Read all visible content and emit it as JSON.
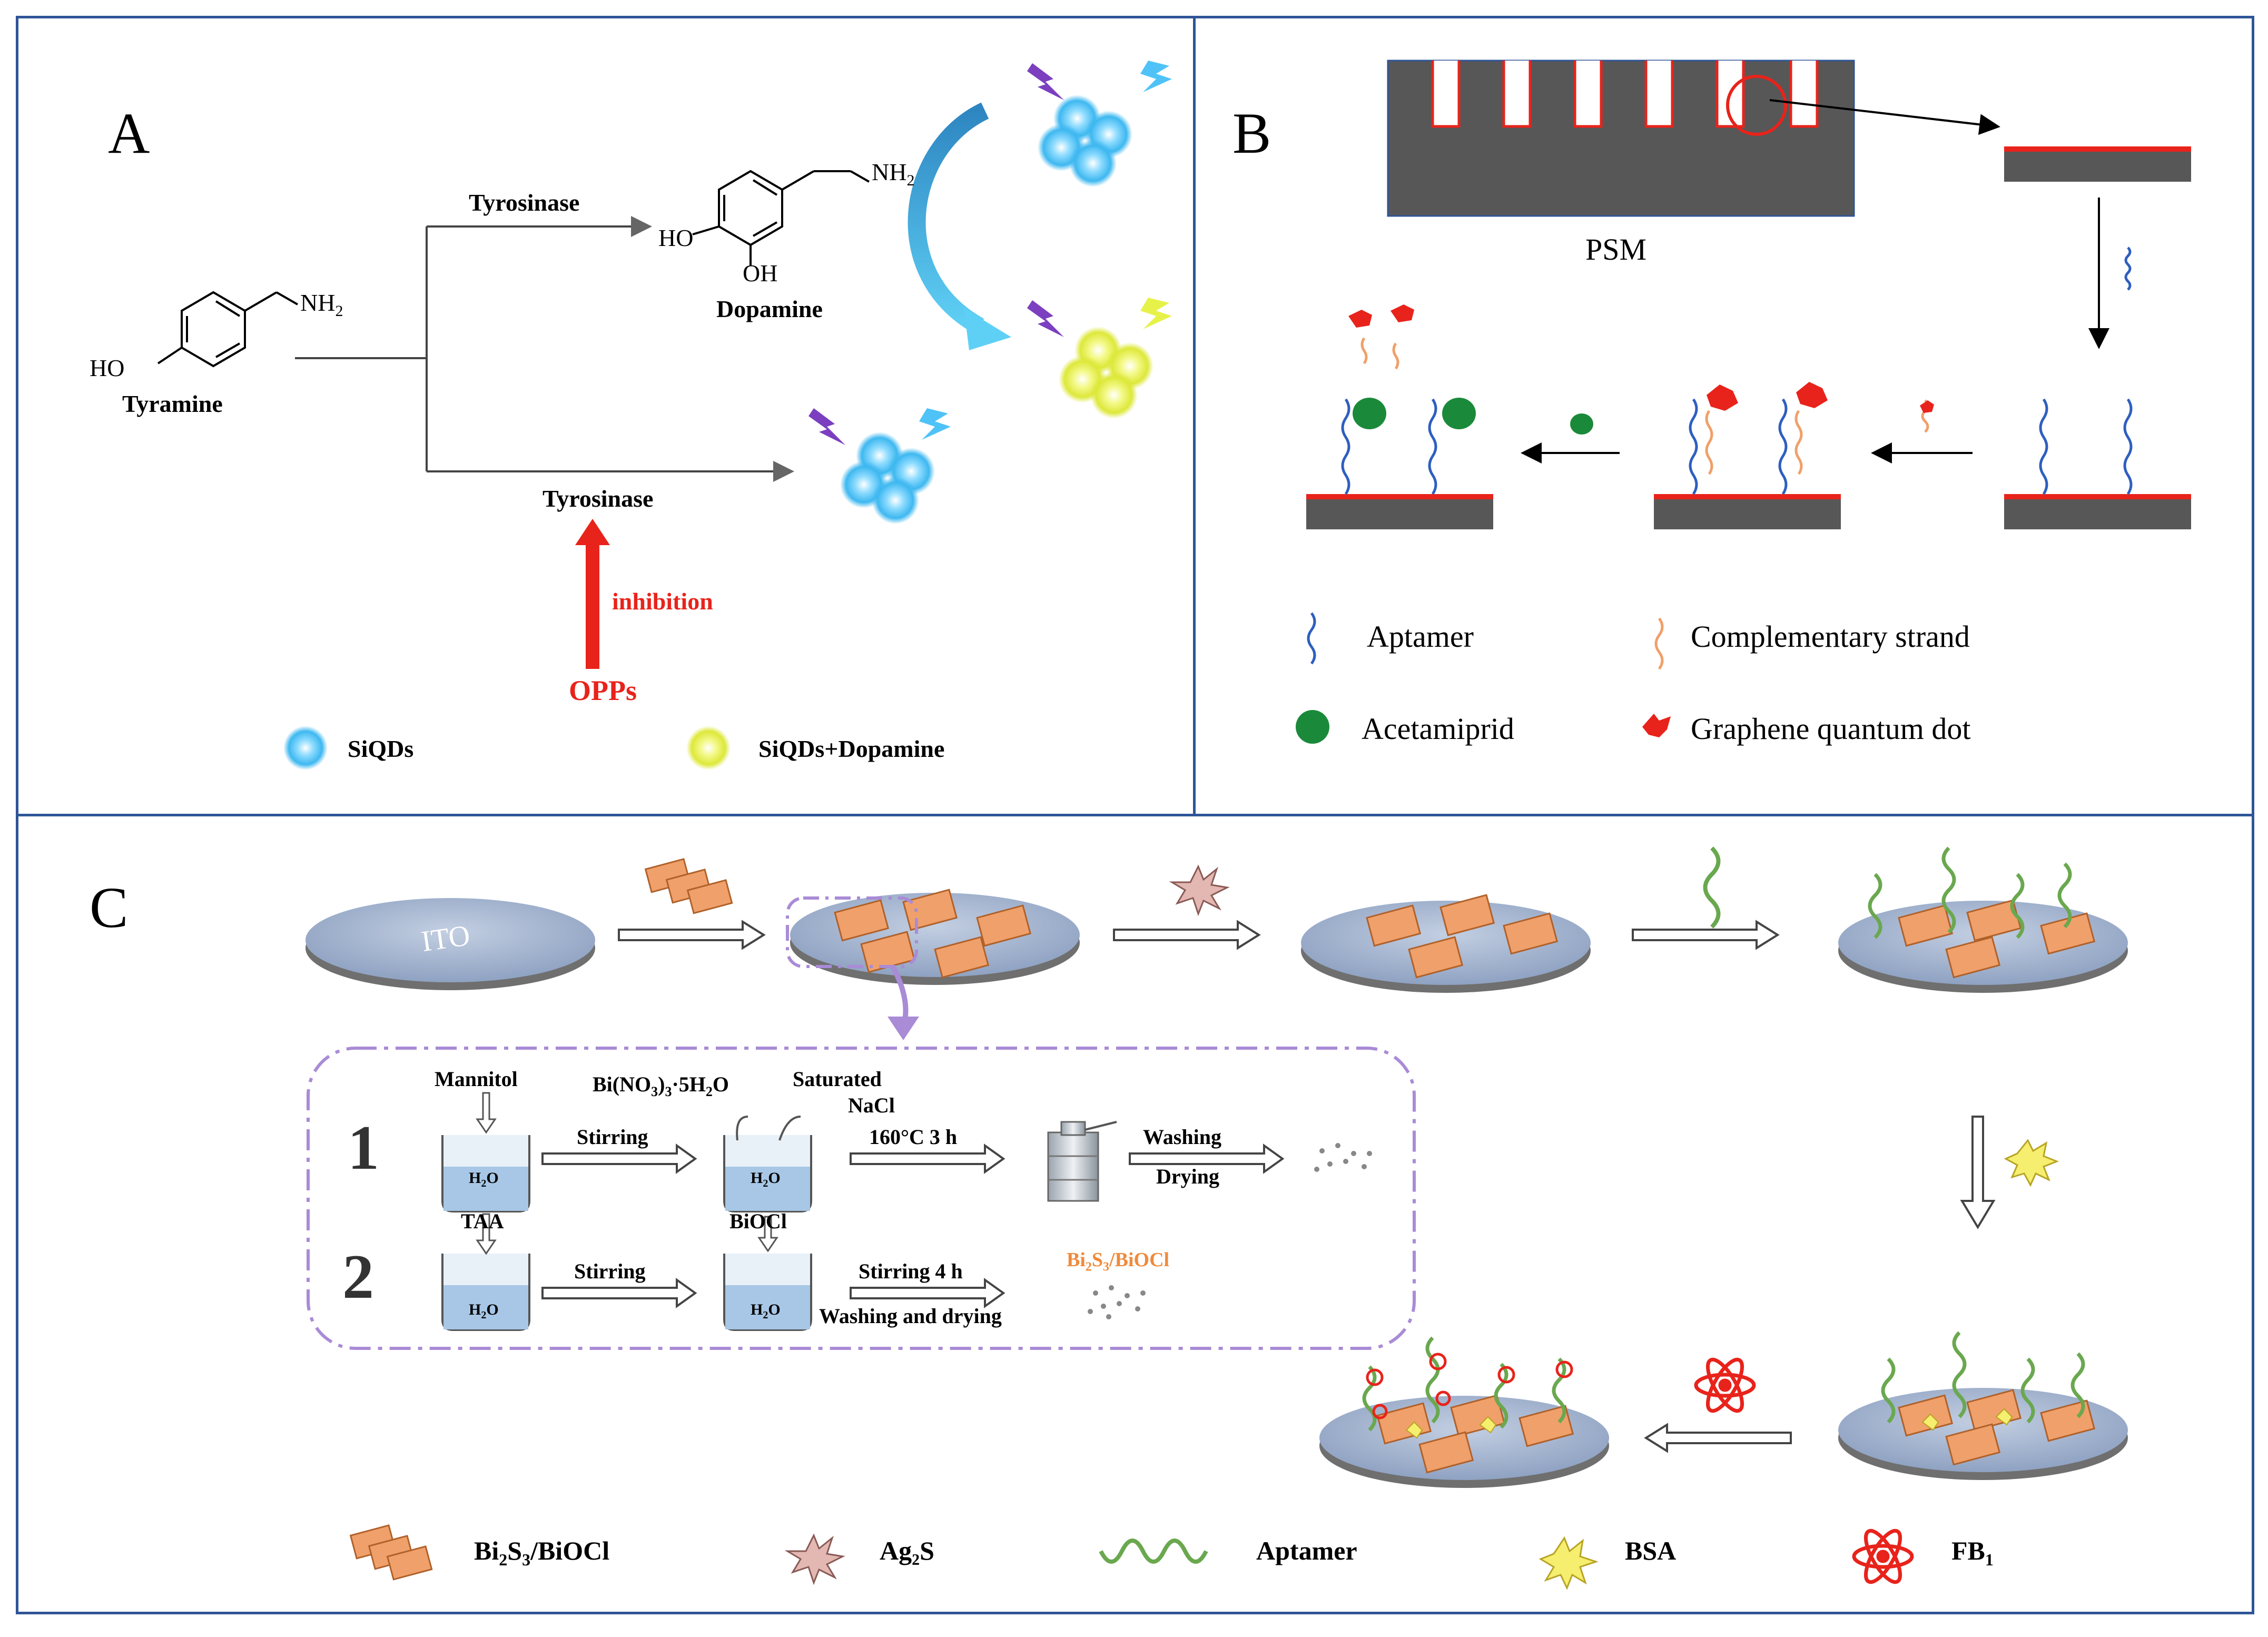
{
  "panelA": {
    "label": "A",
    "tyramine": "Tyramine",
    "ho_tyr": "HO",
    "nh2_tyr": "NH",
    "sub2": "2",
    "tyrosinase_top": "Tyrosinase",
    "dopamine": "Dopamine",
    "ho_dop": "HO",
    "oh_dop": "OH",
    "nh2_dop": "NH",
    "tyrosinase_bottom": "Tyrosinase",
    "inhibition": "inhibition",
    "opps": "OPPs",
    "legend_siqds": "SiQDs",
    "legend_siqds_dopamine": "SiQDs+Dopamine",
    "colors": {
      "blue_qd": "#4fc3f7",
      "yellow_qd": "#e6f24a",
      "red": "#e8231b"
    }
  },
  "panelB": {
    "label": "B",
    "psm": "PSM",
    "legend_aptamer": "Aptamer",
    "legend_complementary": "Complementary strand",
    "legend_acetamiprid": "Acetamiprid",
    "legend_gqd": "Graphene quantum dot"
  },
  "panelC": {
    "label": "C",
    "ito": "ITO",
    "step1": "1",
    "step2": "2",
    "mannitol": "Mannitol",
    "bi_nitrate": "Bi(NO",
    "bi_nitrate_sub": "3",
    "bi_nitrate_rest": ")",
    "bi_nitrate_sub2": "3",
    "bi_nitrate_tail": "·5H",
    "bi_nitrate_sub3": "2",
    "bi_nitrate_end": "O",
    "saturated": "Saturated",
    "nacl": "NaCl",
    "stirring1": "Stirring",
    "cond": "160°C  3 h",
    "washing": "Washing",
    "drying": "Drying",
    "taa": "TAA",
    "biocl": "BiOCl",
    "stirring2": "Stirring",
    "stirring4h": "Stirring 4 h",
    "washing_drying": "Washing and drying",
    "product_main": "Bi",
    "product_sub2": "2",
    "product_s": "S",
    "product_sub3": "3",
    "product_rest": "/BiOCl",
    "h2o": "H",
    "h2o_sub": "2",
    "h2o_o": "O",
    "legend_bi2s3_a": "Bi",
    "legend_bi2s3_b": "2",
    "legend_bi2s3_c": "S",
    "legend_bi2s3_d": "3",
    "legend_bi2s3_e": "/BiOCl",
    "legend_ag2s": "Ag₂S",
    "legend_aptamer": "Aptamer",
    "legend_bsa": "BSA",
    "legend_fb1_a": "FB",
    "legend_fb1_b": "1",
    "colors": {
      "purple_dash": "#a98bd6",
      "orange_sheet": "#f0a06a",
      "product_orange": "#f08a3a"
    }
  }
}
